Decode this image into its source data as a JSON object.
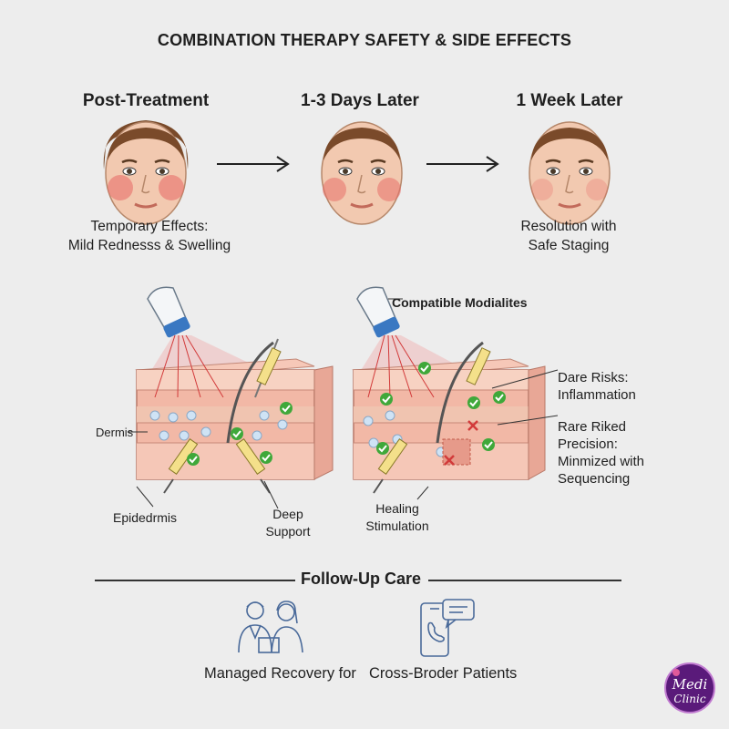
{
  "title": "COMBINATION THERAPY SAFETY & SIDE EFFECTS",
  "stages": [
    {
      "label": "Post-Treatment"
    },
    {
      "label": "1-3 Days Later"
    },
    {
      "label": "1 Week Later"
    }
  ],
  "captions": {
    "left_line1": "Temporary Effects:",
    "left_line2": "Mild Rednesss & Swelling",
    "right_line1": "Resolution with",
    "right_line2": "Safe Staging"
  },
  "left_diagram": {
    "dermis": "Dermis",
    "epidermis": "Epidedrmis",
    "deep_line1": "Deep",
    "deep_line2": "Support"
  },
  "right_diagram": {
    "modalities": "Compatible Modialites",
    "healing_line1": "Healing",
    "healing_line2": "Stimulation",
    "risks_line1": "Dare Risks:",
    "risks_line2": "Inflammation",
    "rare_line1": "Rare Riked",
    "rare_line2": "Precision:",
    "rare_line3": "Minmized with",
    "rare_line4": "Sequencing"
  },
  "follow_up": {
    "title": "Follow-Up Care",
    "text_left": "Managed Recovery for",
    "text_right": "Cross-Broder Patients"
  },
  "logo": {
    "line1": "Medi",
    "line2": "Clinic"
  },
  "colors": {
    "background": "#ededed",
    "skin": "#f2c9b0",
    "redness": "#e8706a",
    "check": "#3fa83a",
    "cross": "#d23a3a",
    "icon_blue": "#4a6a9a",
    "logo_purple": "#5a1a7a"
  }
}
